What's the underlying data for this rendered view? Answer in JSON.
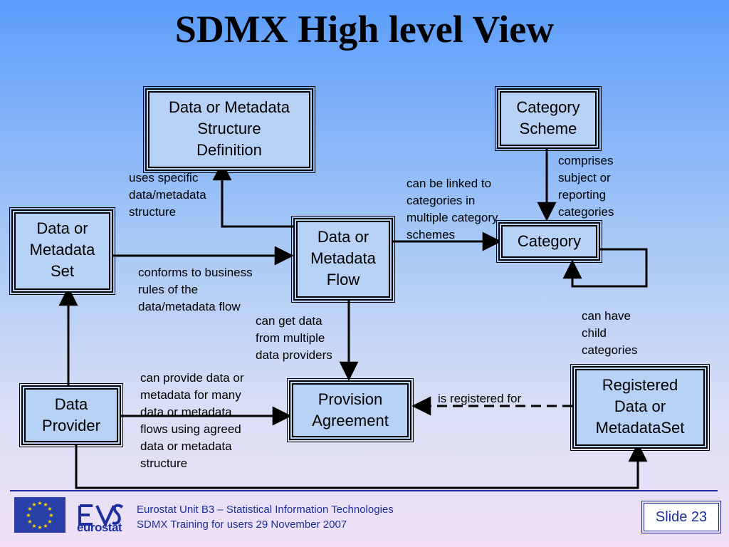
{
  "title": "SDMX High level View",
  "nodes": {
    "structure_definition": "Data or Metadata\nStructure\nDefinition",
    "category_scheme": "Category\nScheme",
    "data_set": "Data or\nMetadata\nSet",
    "flow": "Data or\nMetadata\nFlow",
    "category": "Category",
    "data_provider": "Data\nProvider",
    "provision_agreement": "Provision\nAgreement",
    "registered_set": "Registered\nData or\nMetadataSet"
  },
  "edge_labels": {
    "uses_structure": "uses specific\ndata/metadata\nstructure",
    "linked_categories": "can be linked to\ncategories in\nmultiple category\nschemes",
    "comprises": "comprises\nsubject or\nreporting\ncategories",
    "conforms": "conforms to business\nrules of the\ndata/metadata flow",
    "multiple_providers": "can get data\nfrom multiple\ndata providers",
    "child_categories": "can have\nchild\ncategories",
    "provide_data": "can provide data or\nmetadata for many\ndata or metadata\nflows using agreed\ndata or metadata\nstructure",
    "registered_for": "is registered for"
  },
  "footer": {
    "logo_text": "eurostat",
    "line1": "Eurostat Unit B3 – Statistical Information Technologies",
    "line2": "SDMX Training for users 29 November 2007",
    "slide": "Slide 23"
  },
  "colors": {
    "box_fill": "#b7d2f5",
    "footer_blue": "#1c2f9c",
    "eu_flag_blue": "#2a3fa8",
    "eu_star": "#ffd700"
  }
}
